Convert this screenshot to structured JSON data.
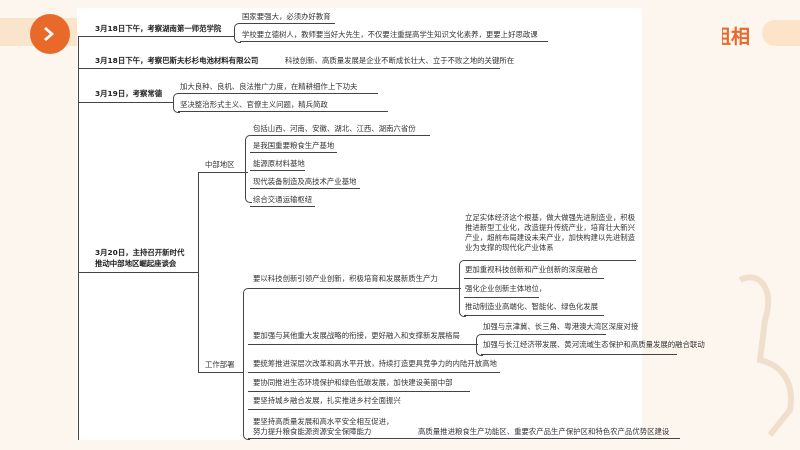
{
  "nav": {
    "next_icon": "chevron-right-icon"
  },
  "brand": {
    "partial_title": "组相",
    "accent_color": "#e8692a"
  },
  "mindmap": {
    "nodes": [
      {
        "label": "3月18日下午，考察湖南第一师范学院",
        "children": [
          "国家要强大，必须办好教育",
          "学校要立德树人，教师要当好大先生，不仅要注重提高学生知识文化素养，更要上好思政课"
        ]
      },
      {
        "label": "3月18日下午，考察巴斯夫杉杉电池材料有限公司",
        "children": [
          "科技创新、高质量发展是企业不断成长壮大、立于不败之地的关键所在"
        ]
      },
      {
        "label": "3月19日，考察常德",
        "children": [
          "加大良种、良机、良法推广力度，在精耕细作上下功夫",
          "坚决整治形式主义、官僚主义问题，精兵简政"
        ]
      },
      {
        "label_line1": "3月20日，主持召开新时代",
        "label_line2": "推动中部地区崛起座谈会",
        "central": {
          "label": "中部地区",
          "children": [
            "包括山西、河南、安徽、湖北、江西、湖南六省份",
            "是我国重要粮食生产基地",
            "能源原材料基地",
            "现代装备制造及高技术产业基地",
            "综合交通运输枢纽"
          ]
        },
        "work": {
          "label": "工作部署",
          "items": [
            {
              "label": "要以科技创新引领产业创新，积极培育和发展新质生产力",
              "children": [
                "立足实体经济这个根基，做大做强先进制造业，积极推进新型工业化，改造提升传统产业，培育壮大新兴产业，超前布局建设未来产业，加快构建以先进制造业为支撑的现代化产业体系",
                "更加重视科技创新和产业创新的深度融合",
                "强化企业创新主体地位，",
                "推动制造业高端化、智能化、绿色化发展"
              ]
            },
            {
              "label": "要加强与其他重大发展战略的衔接，更好融入和支撑新发展格局",
              "children": [
                "加强与京津冀、长三角、粤港澳大湾区深度对接",
                "加强与长江经济带发展、黄河流域生态保护和高质量发展的融合联动"
              ]
            },
            {
              "label": "要统筹推进深层次改革和高水平开放，持续打造更具竞争力的内陆开放高地"
            },
            {
              "label": "要协同推进生态环境保护和绿色低碳发展，加快建设美丽中部"
            },
            {
              "label": "要坚持城乡融合发展，扎实推进乡村全面振兴"
            },
            {
              "label_line1": "要坚持高质量发展和高水平安全相互促进，",
              "label_line2": "努力提升粮食能源资源安全保障能力",
              "children": [
                "高质量推进粮食生产功能区、重要农产品生产保护区和特色农产品优势区建设"
              ]
            }
          ]
        }
      }
    ]
  }
}
